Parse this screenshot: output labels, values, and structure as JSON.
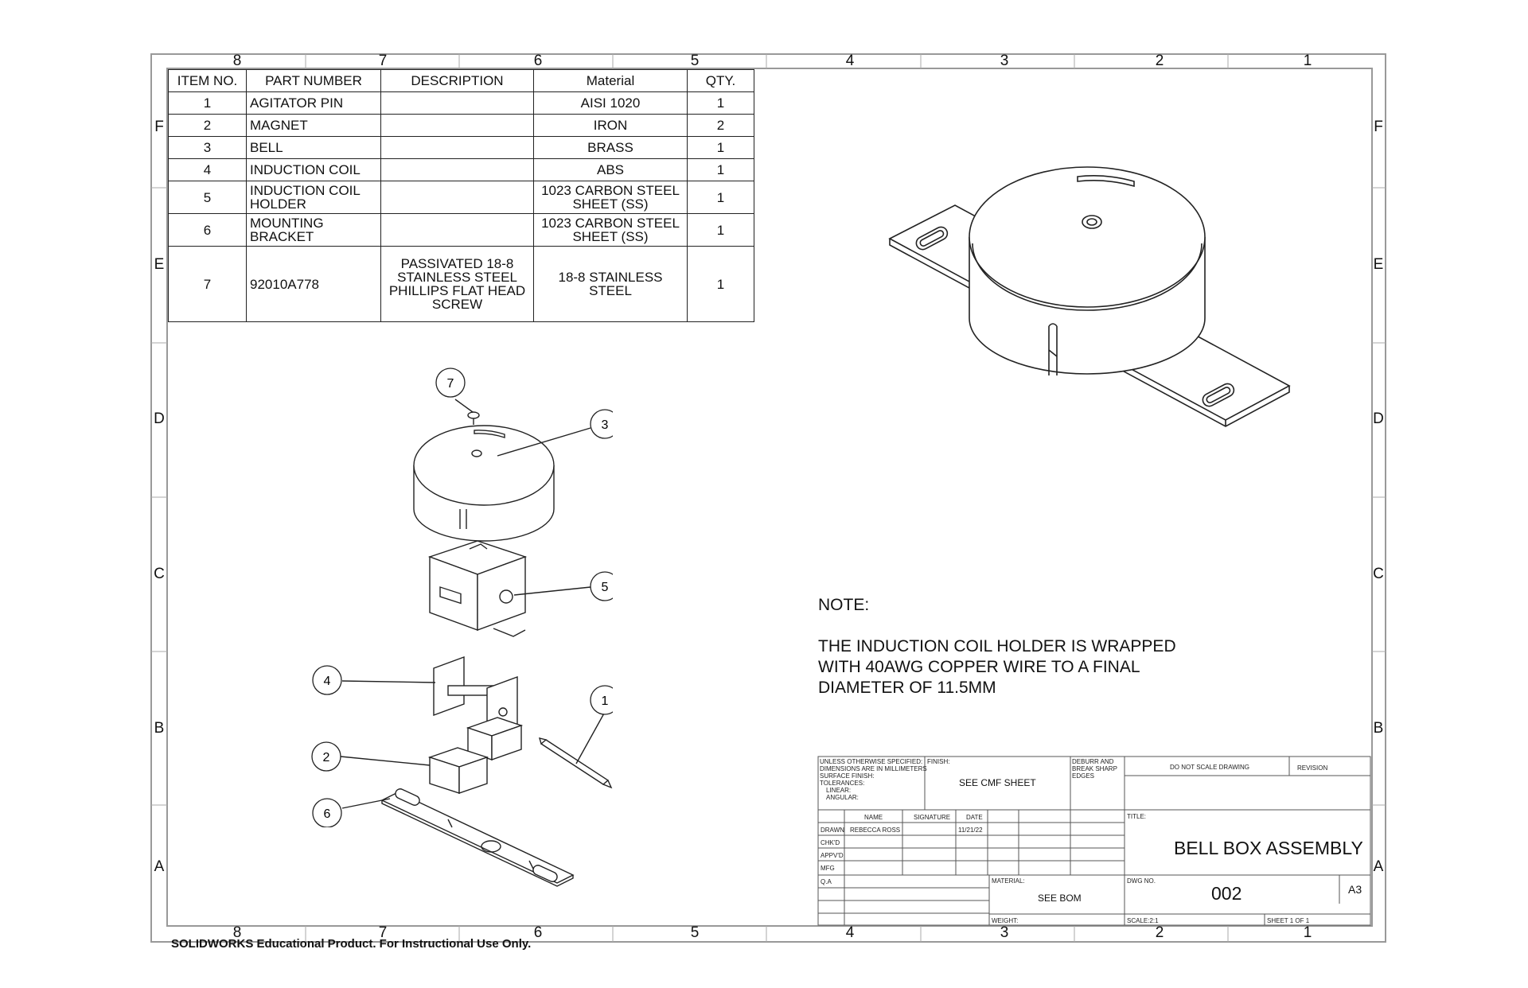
{
  "borders": {
    "top_zones": [
      "8",
      "7",
      "6",
      "5",
      "4",
      "3",
      "2",
      "1"
    ],
    "side_zones": [
      "F",
      "E",
      "D",
      "C",
      "B",
      "A"
    ]
  },
  "bom": {
    "headers": {
      "item": "ITEM NO.",
      "part": "PART NUMBER",
      "desc": "DESCRIPTION",
      "material": "Material",
      "qty": "QTY."
    },
    "rows": [
      {
        "item": "1",
        "part": "AGITATOR PIN",
        "desc": "",
        "material": "AISI 1020",
        "qty": "1"
      },
      {
        "item": "2",
        "part": "MAGNET",
        "desc": "",
        "material": "IRON",
        "qty": "2"
      },
      {
        "item": "3",
        "part": "BELL",
        "desc": "",
        "material": "BRASS",
        "qty": "1"
      },
      {
        "item": "4",
        "part": "INDUCTION COIL",
        "desc": "",
        "material": "ABS",
        "qty": "1"
      },
      {
        "item": "5",
        "part": "INDUCTION COIL HOLDER",
        "desc": "",
        "material": "1023 CARBON STEEL SHEET (SS)",
        "qty": "1"
      },
      {
        "item": "6",
        "part": "MOUNTING BRACKET",
        "desc": "",
        "material": "1023 CARBON STEEL SHEET (SS)",
        "qty": "1"
      },
      {
        "item": "7",
        "part": "92010A778",
        "desc": "PASSIVATED 18-8 STAINLESS STEEL PHILLIPS FLAT HEAD SCREW",
        "material": "18-8 STAINLESS STEEL",
        "qty": "1"
      }
    ]
  },
  "balloons": [
    "7",
    "3",
    "5",
    "4",
    "1",
    "2",
    "6"
  ],
  "note": {
    "heading": "NOTE:",
    "line1": "THE INDUCTION COIL HOLDER IS WRAPPED",
    "line2": "WITH 40AWG COPPER WIRE TO A FINAL",
    "line3": "DIAMETER OF 11.5MM"
  },
  "title_block": {
    "unless_1": "UNLESS OTHERWISE SPECIFIED:",
    "unless_2": "DIMENSIONS ARE IN MILLIMETERS",
    "unless_3": "SURFACE FINISH:",
    "unless_4": "TOLERANCES:",
    "unless_5": "LINEAR:",
    "unless_6": "ANGULAR:",
    "finish_label": "FINISH:",
    "finish_value": "SEE CMF SHEET",
    "deburr_1": "DEBURR AND",
    "deburr_2": "BREAK SHARP",
    "deburr_3": "EDGES",
    "do_not_scale": "DO NOT SCALE DRAWING",
    "revision": "REVISION",
    "col_name": "NAME",
    "col_signature": "SIGNATURE",
    "col_date": "DATE",
    "drawn": "DRAWN",
    "drawn_name": "REBECCA ROSS",
    "drawn_date": "11/21/22",
    "chkd": "CHK'D",
    "appvd": "APPV'D",
    "mfg": "MFG",
    "qa": "Q.A",
    "title_label": "TITLE:",
    "title": "BELL BOX ASSEMBLY",
    "material_label": "MATERIAL:",
    "material_value": "SEE BOM",
    "dwg_label": "DWG NO.",
    "dwg_no": "002",
    "size": "A3",
    "weight_label": "WEIGHT:",
    "scale": "SCALE:2:1",
    "sheet": "SHEET 1 OF 1"
  },
  "watermark": "SOLIDWORKS Educational Product. For Instructional Use Only."
}
